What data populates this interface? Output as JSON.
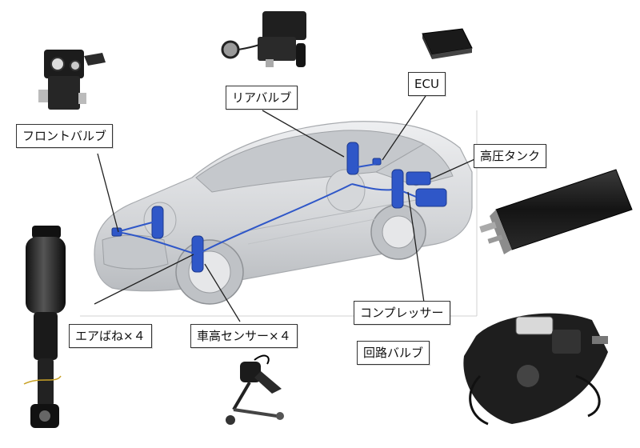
{
  "labels": {
    "front_valve": "フロントバルブ",
    "rear_valve": "リアバルブ",
    "ecu": "ECU",
    "high_pressure_tank": "高圧タンク",
    "compressor": "コンプレッサー",
    "circuit_valve": "回路バルブ",
    "air_spring": "エアばね×４",
    "height_sensor": "車高センサー×４"
  },
  "colors": {
    "car_body": "#d9dadc",
    "air_system": "#2f57c8",
    "component_dark": "#1c1c1c",
    "leader_line": "#222222"
  }
}
